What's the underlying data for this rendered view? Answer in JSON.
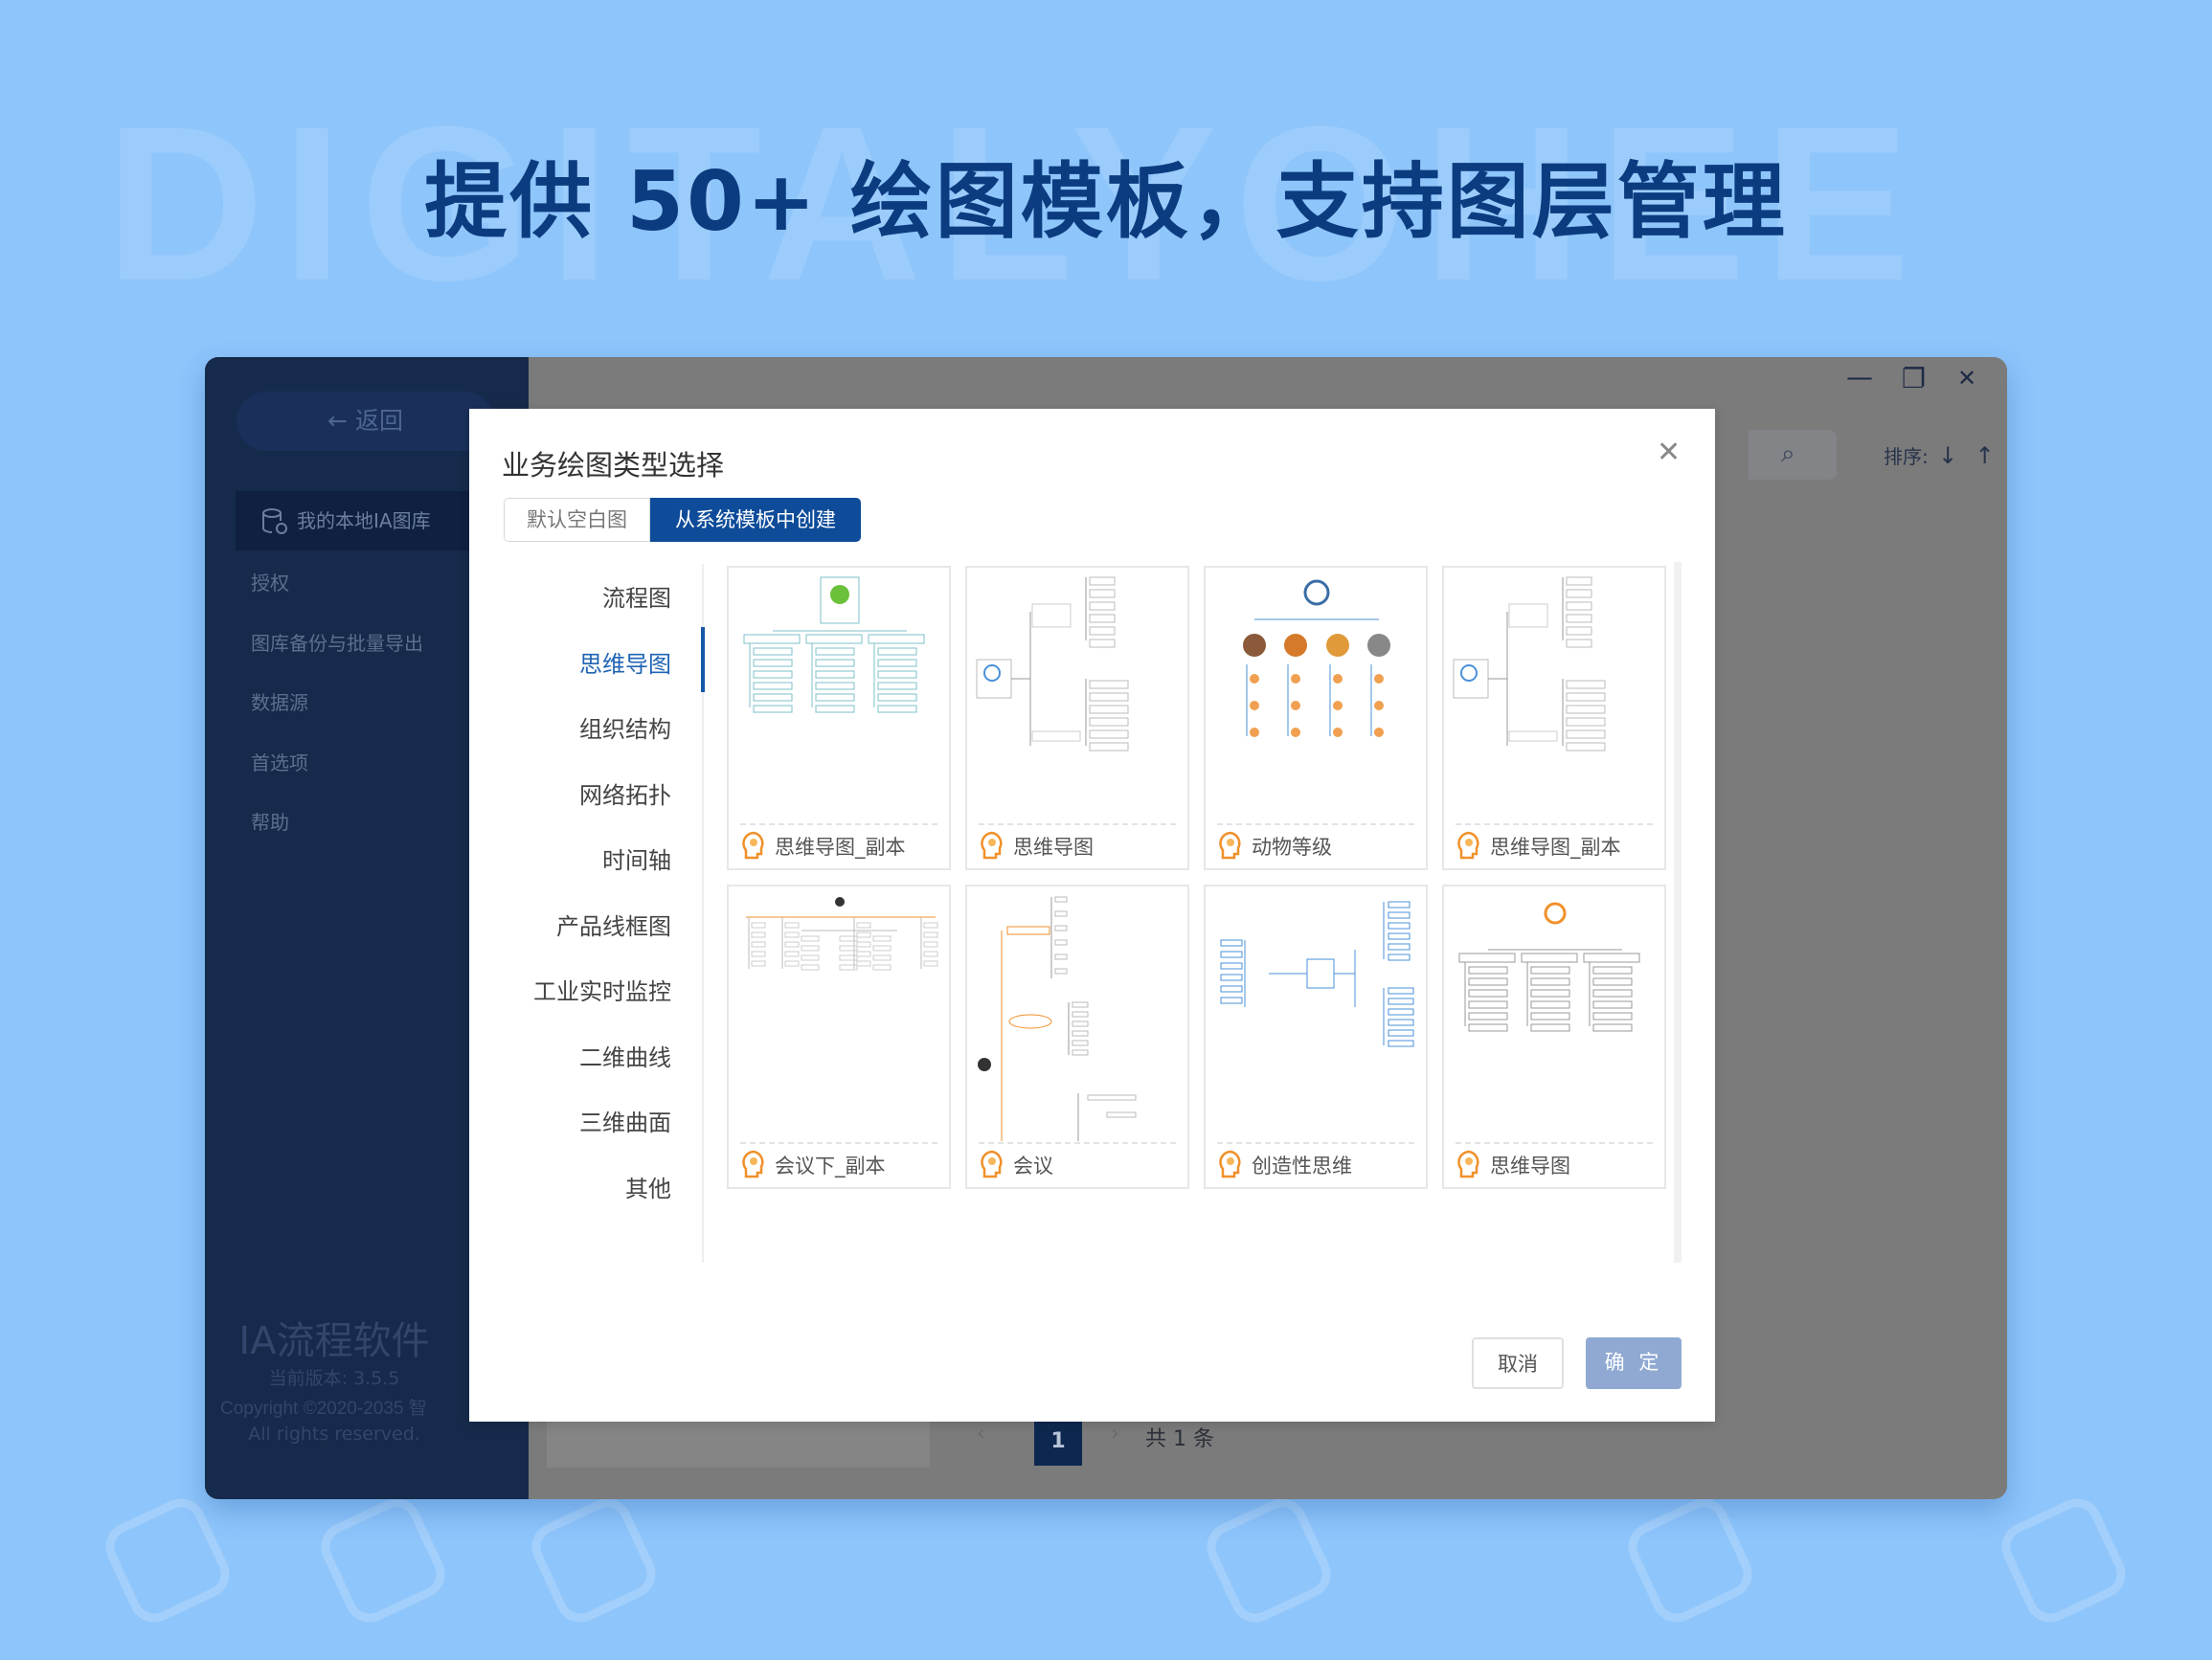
{
  "watermark": "DIGITALYOHEE",
  "headline": "提供 50+ 绘图模板，支持图层管理",
  "sidebar": {
    "back_label": "← 返回",
    "library_label": "我的本地IA图库",
    "items": [
      {
        "label": "授权"
      },
      {
        "label": "图库备份与批量导出"
      },
      {
        "label": "数据源"
      },
      {
        "label": "首选项"
      },
      {
        "label": "帮助"
      }
    ],
    "app_name": "IA流程软件",
    "version": "当前版本: 3.5.5",
    "copyright": "Copyright ©2020-2035 智",
    "rights": "All rights reserved."
  },
  "window_controls": {
    "minimize": "—",
    "restore": "❐",
    "close": "✕"
  },
  "toolbar": {
    "sort_label": "排序:",
    "sort_desc": "↓",
    "sort_asc": "↑",
    "search_icon": "⌕"
  },
  "pagination": {
    "prev": "‹",
    "current": "1",
    "next": "›",
    "total": "共 1 条"
  },
  "dialog": {
    "title": "业务绘图类型选择",
    "close": "✕",
    "tabs": [
      {
        "label": "默认空白图",
        "active": false
      },
      {
        "label": "从系统模板中创建",
        "active": true
      }
    ],
    "categories": [
      {
        "label": "流程图"
      },
      {
        "label": "思维导图",
        "active": true
      },
      {
        "label": "组织结构"
      },
      {
        "label": "网络拓扑"
      },
      {
        "label": "时间轴"
      },
      {
        "label": "产品线框图"
      },
      {
        "label": "工业实时监控"
      },
      {
        "label": "二维曲线"
      },
      {
        "label": "三维曲面"
      },
      {
        "label": "其他"
      }
    ],
    "templates": [
      {
        "label": "思维导图_副本",
        "thumb": "tree-down-alien"
      },
      {
        "label": "思维导图",
        "thumb": "tree-right-target"
      },
      {
        "label": "动物等级",
        "thumb": "animals"
      },
      {
        "label": "思维导图_副本",
        "thumb": "tree-right-target"
      },
      {
        "label": "会议下_副本",
        "thumb": "org-wide"
      },
      {
        "label": "会议",
        "thumb": "meeting-right"
      },
      {
        "label": "创造性思维",
        "thumb": "bilateral"
      },
      {
        "label": "思维导图",
        "thumb": "tree-down-person"
      }
    ],
    "cancel_label": "取消",
    "ok_label": "确 定",
    "template_icon": "lightbulb-head-icon"
  },
  "colors": {
    "accent": "#0e4c9a",
    "sidebar": "#162a4b",
    "headline": "#0c3c80",
    "icon": "#f0902a"
  }
}
